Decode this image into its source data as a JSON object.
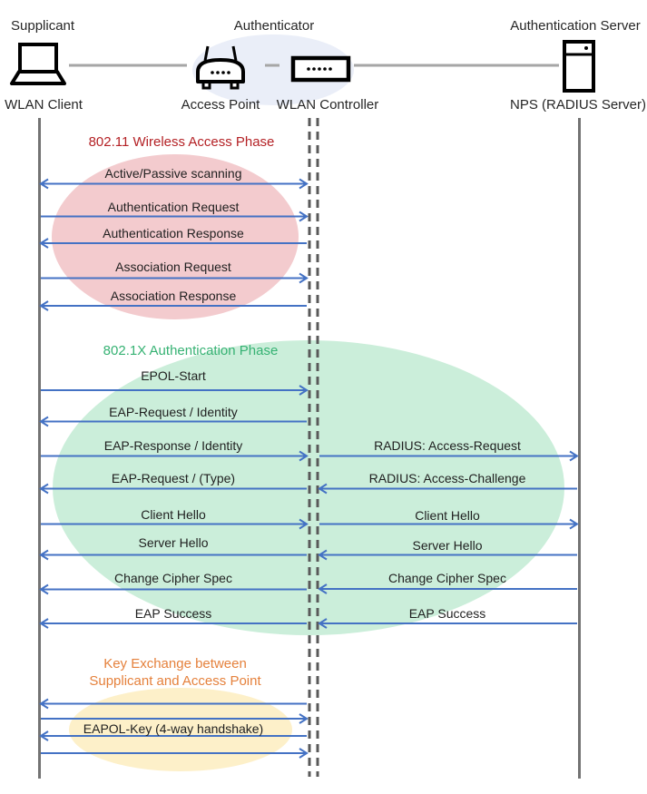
{
  "header": {
    "roles": [
      "Supplicant",
      "Authenticator",
      "Authentication Server"
    ],
    "devices": [
      "WLAN Client",
      "Access Point",
      "WLAN Controller",
      "NPS (RADIUS Server)"
    ]
  },
  "phases": {
    "phase1": {
      "title": "802.11 Wireless Access Phase",
      "title_color": "#b42125",
      "ellipse_color": "#f3cbce"
    },
    "phase2": {
      "title": "802.1X Authentication Phase",
      "title_color": "#36b273",
      "ellipse_color": "#cbeeda"
    },
    "phase3": {
      "title_line1": "Key Exchange between",
      "title_line2": "Supplicant and Access Point",
      "title_color": "#e5813c",
      "ellipse_color": "#fdf0c9"
    }
  },
  "messages": {
    "left": [
      {
        "label": "Active/Passive scanning",
        "direction": "both"
      },
      {
        "label": "Authentication Request",
        "direction": "right"
      },
      {
        "label": "Authentication Response",
        "direction": "left"
      },
      {
        "label": "Association Request",
        "direction": "right"
      },
      {
        "label": "Association Response",
        "direction": "left"
      },
      {
        "label": "EPOL-Start",
        "direction": "right"
      },
      {
        "label": "EAP-Request / Identity",
        "direction": "left"
      },
      {
        "label": "EAP-Response / Identity",
        "direction": "right"
      },
      {
        "label": "EAP-Request / (Type)",
        "direction": "left"
      },
      {
        "label": "Client Hello",
        "direction": "right"
      },
      {
        "label": "Server Hello",
        "direction": "left"
      },
      {
        "label": "Change Cipher Spec",
        "direction": "left"
      },
      {
        "label": "EAP Success",
        "direction": "left"
      }
    ],
    "right": [
      {
        "label": "RADIUS: Access-Request",
        "direction": "right"
      },
      {
        "label": "RADIUS: Access-Challenge",
        "direction": "left"
      },
      {
        "label": "Client Hello",
        "direction": "right"
      },
      {
        "label": "Server Hello",
        "direction": "left"
      },
      {
        "label": "Change Cipher Spec",
        "direction": "left"
      },
      {
        "label": "EAP Success",
        "direction": "left"
      }
    ],
    "key_exchange": {
      "label": "EAPOL-Key (4-way handshake)",
      "arrow_directions": [
        "left",
        "right",
        "left",
        "right"
      ]
    }
  },
  "colors": {
    "arrow": "#4472c4",
    "lifeline": "#737373",
    "dashed_lifeline": "#595959",
    "device_connector": "#a6a6a6",
    "authenticator_ellipse": "#eaeef8"
  }
}
